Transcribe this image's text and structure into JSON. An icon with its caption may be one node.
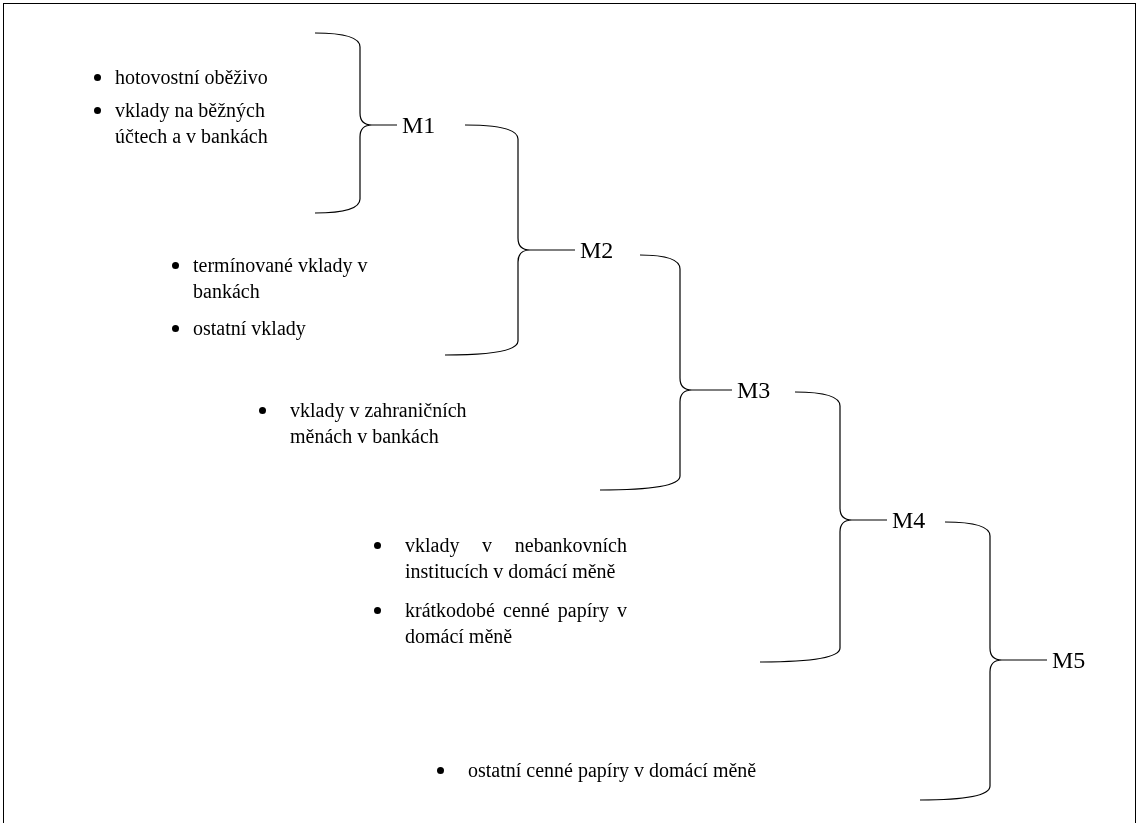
{
  "diagram": {
    "labels": [
      "hotovostní oběživo",
      "vklady na běžných účtech a v bankách",
      "M1",
      "termínované vklady v bankách",
      "ostatní vklady",
      "M2",
      "vklady v zahraničních měnách v bankách",
      "M3",
      "vklady v nebankovních institucích v domácí měně",
      "krátkodobé cenné papíry v domácí měně",
      "M4",
      "ostatní cenné papíry v domácí měně",
      "M5"
    ]
  }
}
